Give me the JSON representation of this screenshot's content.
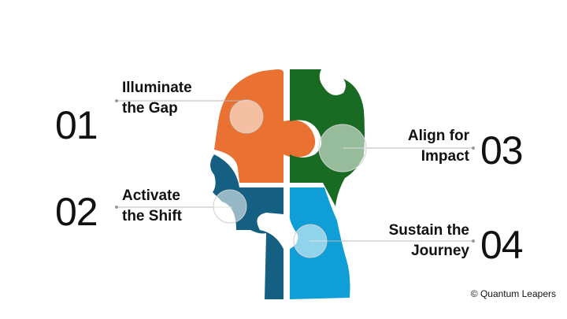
{
  "steps": [
    {
      "number": "01",
      "line1": "Illuminate",
      "line2": "the Gap",
      "color": "#E97132"
    },
    {
      "number": "02",
      "line1": "Activate",
      "line2": "the Shift",
      "color": "#156082"
    },
    {
      "number": "03",
      "line1": "Align for",
      "line2": "Impact",
      "color": "#196B24"
    },
    {
      "number": "04",
      "line1": "Sustain the",
      "line2": "Journey",
      "color": "#0F9ED5"
    }
  ],
  "credit": "© Quantum Leapers"
}
